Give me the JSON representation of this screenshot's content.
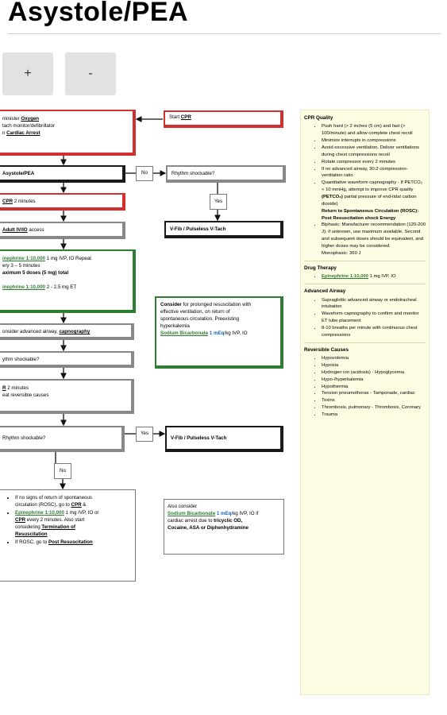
{
  "title": "Asystole/PEA",
  "zoom": {
    "plus": "+",
    "minus": "-"
  },
  "flow": {
    "start_prefix": "Start ",
    "start_link": "CPR",
    "oxy_l1_pre": "minister ",
    "oxy_l1_link": "Oxygen",
    "oxy_l2": "tach monitor/defibrillator",
    "oxy_l3_pre": "n ",
    "oxy_l3_link": "Cardiac Arrest",
    "asystole": "Asystole/PEA",
    "no": "No",
    "rhythm_shockable": "Rhythm shockable?",
    "yes": "Yes",
    "vfib": "V-Fib / Pulseless V-Tach",
    "cpr2_link": "CPR",
    "cpr2_rest": " 2 minutes",
    "access_link": "Adult IV/IO",
    "access_rest": " access",
    "epi_l1_link": "inephrine 1:10,000",
    "epi_l1_rest": " 1 mg IVP, IO  Repeat",
    "epi_l2": "ery 3 – 5 minutes",
    "epi_l3": "aximum 5 doses (5 mg) total",
    "epi_l4_link": "inephrine 1:10,000",
    "epi_l4_rest": " 2 - 2.5 mg ET",
    "consider_l1_b": "Consider",
    "consider_l1_rest": " for prolonged resuscitation with",
    "consider_l2": "effective ventilation, on return of",
    "consider_l3": "spontaneous circulation. Preexisting",
    "consider_l4": "hyperkalemia",
    "consider_l5_link": "Sodium Bicarbonate",
    "consider_l5_dose": " 1 mEq",
    "consider_l5_rest": "/kg IVP, IO",
    "airway_pre": "onsider advanced airway, ",
    "airway_link": "capnography",
    "rhythm_shockable2": "ythm shockable?",
    "cpr3_link": "R",
    "cpr3_rest": " 2 minutes",
    "reversible": "eat reversible causes",
    "rhythm_shockable3": "Rhythm shockable?",
    "yes2": "Yes",
    "vfib2": "V-Fib / Pulseless V-Tach",
    "no2": "No",
    "final_b1_l1": "If no signs of return of spontaneous",
    "final_b1_l2_pre": "circulation (ROSC), go to ",
    "final_b1_l2_link": "CPR",
    "final_b1_l2_rest": " &",
    "final_b2_l1_link": "Epinephrine 1:10,000",
    "final_b2_l1_rest": " 1 mg IVP, IO or",
    "final_b2_l2_link": "CPR",
    "final_b2_l2_rest": " every 2 minutes. Also start",
    "final_b2_l3_pre": "considering ",
    "final_b2_l3_link": "Termination of",
    "final_b2_l4_link": "Resuscitation",
    "final_b3_pre": "If ROSC, go to ",
    "final_b3_link": "Post Resuscitation",
    "also_l1": "Also consider",
    "also_l2_link": "Sodium Bicarbonate",
    "also_l2_dose": " 1 mEq",
    "also_l2_rest": "/kg IVP, IO  if",
    "also_l3_pre": "cardiac arrest due to ",
    "also_l3_b": "tricyclic OD,",
    "also_l4_b": "Cocaine, ASA or Diphenhydramine"
  },
  "sidebar": {
    "cpr_quality": {
      "heading": "CPR Quality",
      "items": [
        "Push hard (> 2 inches (5 cm) and fast (> 100/minute) and allow complete chest recoil",
        "Minimize interrupts in compressions",
        "Avoid excessive ventilation. Deliver ventilations during chest compressions recoil",
        "Rotate compressor every 2 minutes",
        "If no advanced airway, 30:2 compression- ventilation ratio",
        "Quantitative waveform capnography - If PETCO₂ < 10 mmHg, attempt to improve CPR quality"
      ],
      "petco_b": "(PETCO₂)",
      "petco_rest": " partial pressure of end-tidal carbon dioxide)",
      "rosc_b": "Return to Spontaneous Circulation (ROSC): Post Resuscitation shock Energy",
      "biphasic": "Biphasic: Manufacturer recommendation (120-200 J); if unknown, use maximum available. Second and subsequent doses should be equivalent, and higher doses may be considered.",
      "monophasic": "Monophasic: 360 J"
    },
    "drug_therapy": {
      "heading": "Drug Therapy",
      "item_link": "Epinephrine 1:10,000",
      "item_rest": " 1 mg IVP, IO"
    },
    "advanced_airway": {
      "heading": "Advanced Airway",
      "items": [
        "Supraglottic advanced airway or endotracheal intubation",
        "Waveform capnography to confirm and monitor ET tube placement",
        "8-10 breaths per minute with continuous chest compressions"
      ]
    },
    "reversible_causes": {
      "heading": "Reversible Causes",
      "items": [
        "Hypovolemia",
        "Hypoxia",
        "Hydrogen ion (acidosis) - Hypoglycemia",
        "Hypo-/hyperkalemia",
        "Hypothermia",
        "Tension pneumothorax - Tamponade, cardiac",
        "Toxins",
        "Thrombosis, pulmonary - Thrombosis, Coronary",
        "Trauma"
      ]
    }
  }
}
